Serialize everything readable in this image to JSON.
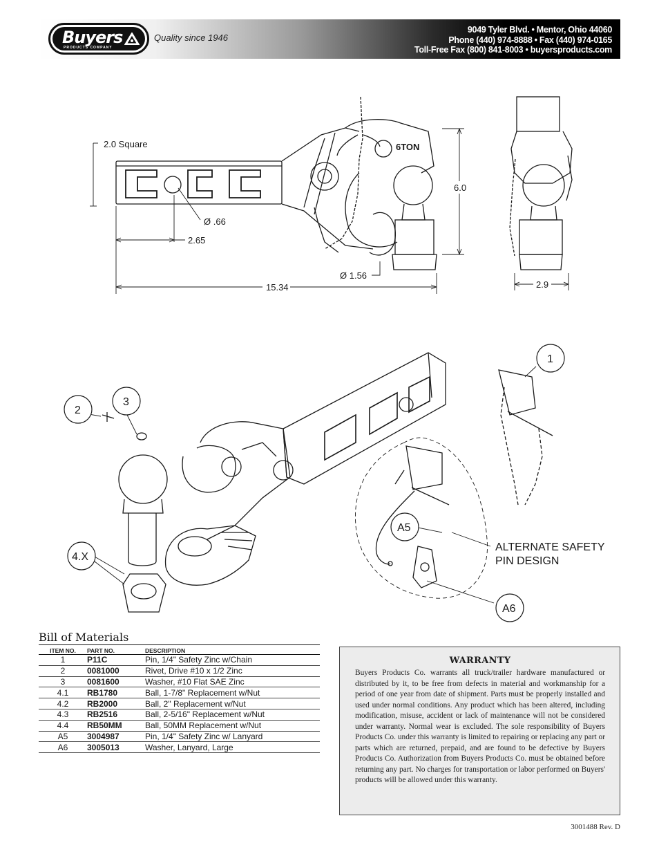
{
  "header": {
    "logo_text": "Buyers",
    "logo_subtext": "PRODUCTS COMPANY",
    "tagline": "Quality since 1946",
    "address_lines": [
      "9049 Tyler Blvd. • Mentor, Ohio 44060",
      "Phone (440) 974-8888 • Fax (440) 974-0165",
      "Toll-Free Fax (800) 841-8003 • buyersproducts.com"
    ]
  },
  "dimensions": {
    "square": "2.0 Square",
    "hole_dia": "Ø .66",
    "hole_offset": "2.65",
    "overall_length": "15.34",
    "pin_dia": "Ø 1.56",
    "height": "6.0",
    "width": "2.9",
    "capacity_mark": "6TON"
  },
  "callouts": {
    "c1": "1",
    "c2": "2",
    "c3": "3",
    "c4x": "4.X",
    "cA5": "A5",
    "cA6": "A6",
    "alt_label_line1": "ALTERNATE SAFETY",
    "alt_label_line2": "PIN DESIGN"
  },
  "bom": {
    "title": "Bill of Materials",
    "headers": {
      "item": "ITEM NO.",
      "part": "PART NO.",
      "desc": "DESCRIPTION"
    },
    "rows": [
      {
        "item": "1",
        "part": "P11C",
        "desc": "Pin, 1/4\" Safety Zinc w/Chain"
      },
      {
        "item": "2",
        "part": "0081000",
        "desc": "Rivet, Drive #10 x 1/2 Zinc"
      },
      {
        "item": "3",
        "part": "0081600",
        "desc": "Washer, #10 Flat SAE Zinc"
      },
      {
        "item": "4.1",
        "part": "RB1780",
        "desc": "Ball, 1-7/8\" Replacement w/Nut"
      },
      {
        "item": "4.2",
        "part": "RB2000",
        "desc": "Ball, 2\" Replacement w/Nut"
      },
      {
        "item": "4.3",
        "part": "RB2516",
        "desc": "Ball, 2-5/16\" Replacement w/Nut"
      },
      {
        "item": "4.4",
        "part": "RB50MM",
        "desc": "Ball, 50MM Replacement w/Nut"
      },
      {
        "item": "A5",
        "part": "3004987",
        "desc": "Pin, 1/4\" Safety Zinc w/ Lanyard"
      },
      {
        "item": "A6",
        "part": "3005013",
        "desc": "Washer, Lanyard, Large"
      }
    ]
  },
  "warranty": {
    "title": "WARRANTY",
    "body": "Buyers Products Co. warrants all truck/trailer hardware manufactured or distributed by it, to be free from defects in material and workmanship for a period of one year from date of shipment. Parts must be properly installed and used under normal conditions. Any product which has been altered, including modification, misuse, accident or lack of maintenance will not be considered under warranty. Normal wear is excluded. The sole responsibility of Buyers Products Co. under this warranty is limited to repairing or replacing any part or parts which are returned, prepaid, and are found to be defective by Buyers Products Co. Authorization from Buyers Products Co. must be obtained before returning any part. No charges for transportation or labor performed on Buyers' products will be allowed under this warranty."
  },
  "doc_number": "3001488 Rev. D"
}
